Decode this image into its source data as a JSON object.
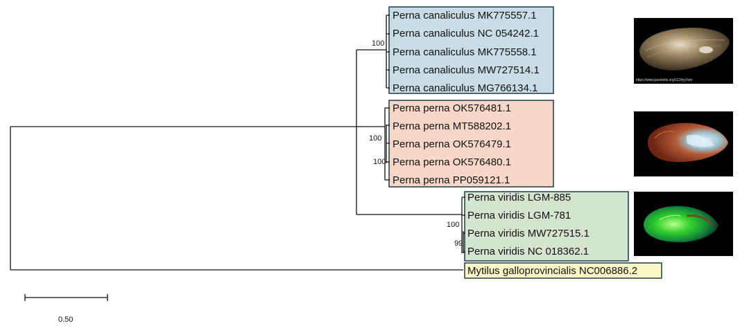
{
  "colors": {
    "branch": "#111111",
    "canaliculus_fill": "#c9dde6",
    "perna_fill": "#f8d6c8",
    "viridis_fill": "#d3e5cf",
    "outgroup_fill": "#fbf7c6",
    "box_border": "#1a3a4a"
  },
  "clades": [
    {
      "id": "canaliculus",
      "taxa": [
        "Perna canaliculus MK775557.1",
        "Perna canaliculus NC 054242.1",
        "Perna canaliculus MK775558.1",
        "Perna canaliculus MW727514.1",
        "Perna canaliculus MG766134.1"
      ],
      "support": "100",
      "photo": {
        "icon": "brown-mussel-shell-photo",
        "credit": "https://www.jaxshells.org/1124yy.htm"
      }
    },
    {
      "id": "perna",
      "taxa": [
        "Perna perna OK576481.1",
        "Perna perna MT588202.1",
        "Perna perna OK576479.1",
        "Perna perna OK576480.1",
        "Perna perna PP059121.1"
      ],
      "supports": [
        "100",
        "100"
      ],
      "photo": {
        "icon": "red-mussel-shell-photo"
      }
    },
    {
      "id": "viridis",
      "taxa": [
        "Perna viridis LGM-885",
        "Perna viridis LGM-781",
        "Perna viridis MW727515.1",
        "Perna viridis NC 018362.1"
      ],
      "supports": [
        "100",
        "99"
      ],
      "photo": {
        "icon": "green-mussel-shell-photo"
      }
    }
  ],
  "outgroup": {
    "label": "Mytilus galloprovincialis NC006886.2"
  },
  "scale_bar": {
    "label": "0.50"
  }
}
